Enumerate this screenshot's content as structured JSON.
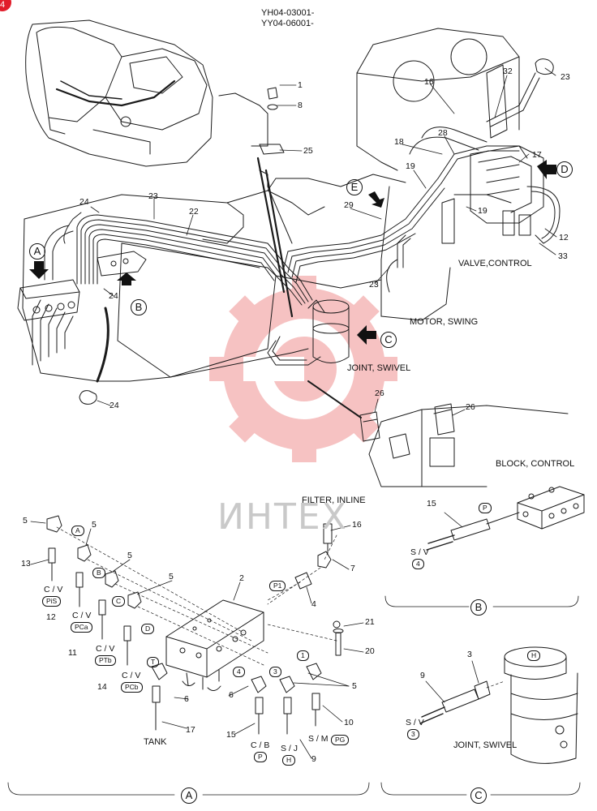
{
  "header": {
    "line1": "YH04-03001-",
    "line2": "YY04-06001-"
  },
  "corner_badge": "4",
  "watermark": "ИНТЕХ",
  "component_labels": {
    "valve_control": "VALVE,CONTROL",
    "motor_swing": "MOTOR, SWING",
    "joint_swivel": "JOINT, SWIVEL",
    "block_control": "BLOCK, CONTROL",
    "filter_inline": "FILTER, INLINE",
    "tank": "TANK",
    "joint_swivel_c": "JOINT, SWIVEL"
  },
  "view_letters": {
    "a": "A",
    "b": "B",
    "c": "C",
    "d": "D",
    "e": "E"
  },
  "part_numbers": [
    "1",
    "8",
    "25",
    "24",
    "23",
    "22",
    "24",
    "26",
    "26",
    "16",
    "32",
    "23",
    "28",
    "18",
    "17",
    "19",
    "19",
    "29",
    "12",
    "33",
    "23",
    "24",
    "5",
    "5",
    "5",
    "5",
    "13",
    "12",
    "11",
    "14",
    "2",
    "16",
    "7",
    "4",
    "21",
    "20",
    "6",
    "6",
    "5",
    "17",
    "15",
    "9",
    "10",
    "15",
    "3",
    "9"
  ],
  "port_marks": [
    "A",
    "B",
    "C",
    "D",
    "T",
    "P1",
    "1",
    "3",
    "4",
    "P",
    "H"
  ],
  "hose_labels": [
    {
      "top": "C / V",
      "mark": "PiS"
    },
    {
      "top": "C / V",
      "mark": "PCa"
    },
    {
      "top": "C / V",
      "mark": "PTb"
    },
    {
      "top": "C / V",
      "mark": "PCb"
    },
    {
      "top": "C / B",
      "mark": "P"
    },
    {
      "top": "S / J",
      "mark": "H"
    },
    {
      "top": "S / M",
      "mark": "PG"
    },
    {
      "top": "S / V",
      "mark": "4"
    },
    {
      "top": "S / V",
      "mark": "3"
    }
  ]
}
